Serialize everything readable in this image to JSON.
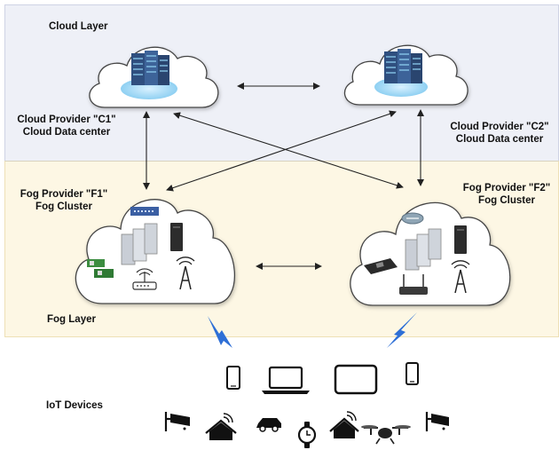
{
  "layers": {
    "cloud": "Cloud Layer",
    "fog": "Fog Layer",
    "iot": "IoT Devices"
  },
  "cloud_providers": [
    {
      "line1": "Cloud Provider \"C1\"",
      "line2": "Cloud Data center"
    },
    {
      "line1": "Cloud Provider \"C2\"",
      "line2": "Cloud Data center"
    }
  ],
  "fog_providers": [
    {
      "line1": "Fog Provider \"F1\"",
      "line2": "Fog Cluster"
    },
    {
      "line1": "Fog Provider \"F2\"",
      "line2": "Fog Cluster"
    }
  ],
  "colors": {
    "cloud_band": "#eef0f7",
    "fog_band": "#fdf7e4",
    "lightning": "#2e6fd6",
    "server": "#3b5b8c",
    "arrow": "#222222"
  },
  "devices": [
    "smartphone-icon",
    "laptop-icon",
    "tablet-icon",
    "smartphone-icon",
    "cctv-camera-icon",
    "smart-home-icon",
    "car-icon",
    "smartwatch-icon",
    "smart-home-icon",
    "drone-icon",
    "cctv-camera-icon"
  ]
}
